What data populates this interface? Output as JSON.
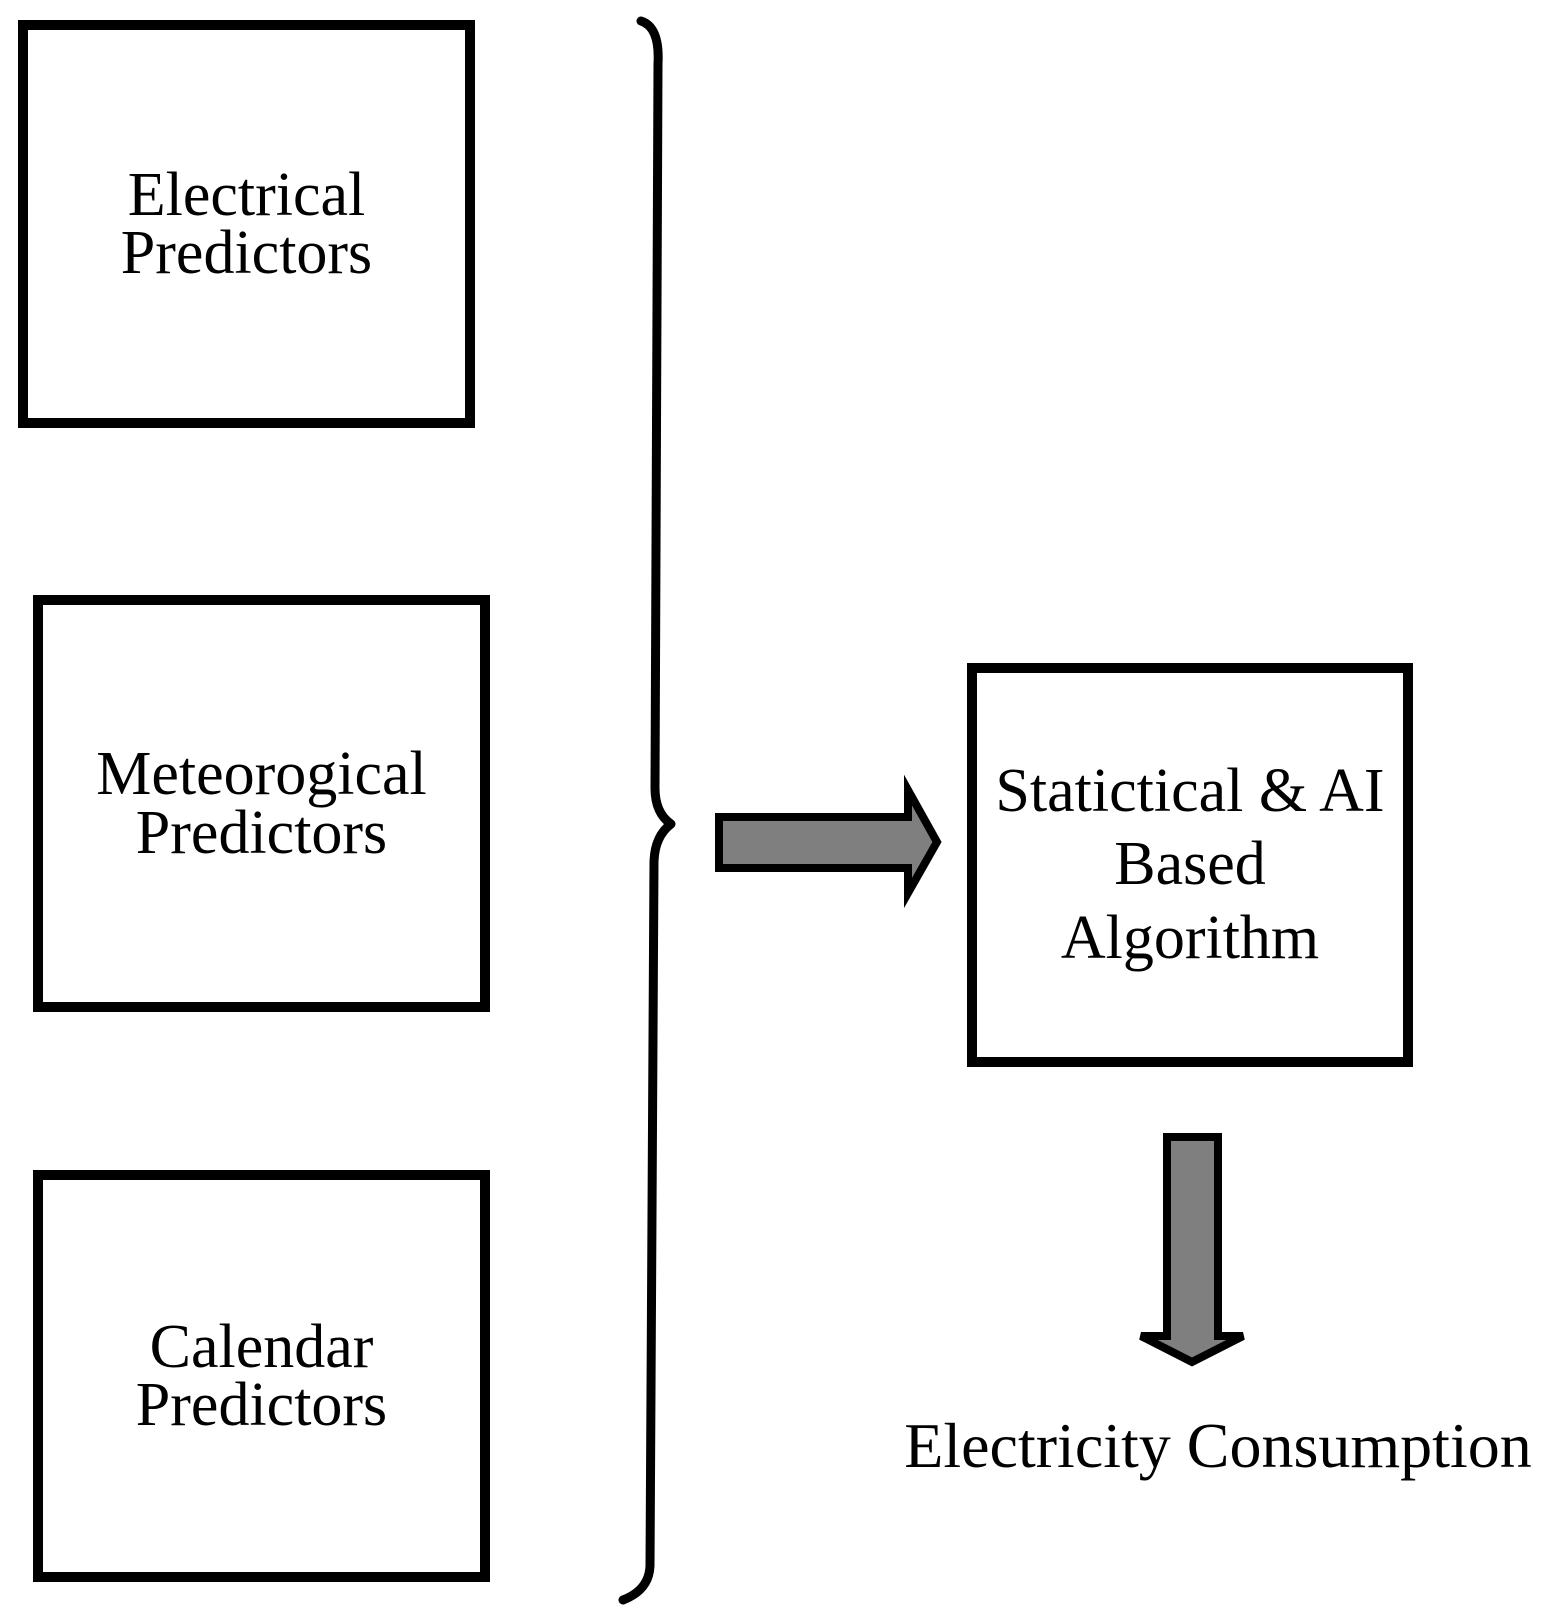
{
  "predictor_boxes": [
    {
      "label": "Electrical\nPredictors"
    },
    {
      "label": "Meteorogical\nPredictors"
    },
    {
      "label": "Calendar\nPredictors"
    }
  ],
  "algorithm_box": {
    "label": "Statictical & AI\nBased\nAlgorithm"
  },
  "output_label": "Electricity Consumption",
  "colors": {
    "arrow_fill": "#7f7f7f",
    "line": "#000000",
    "background": "#ffffff"
  }
}
